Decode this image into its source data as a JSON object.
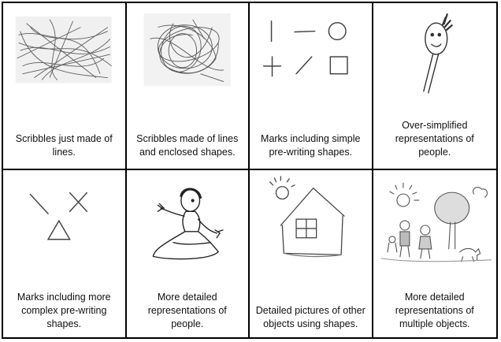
{
  "cells": [
    {
      "caption": "Scribbles just made of lines."
    },
    {
      "caption": "Scribbles made of lines and enclosed shapes."
    },
    {
      "caption": "Marks including simple pre-writing shapes."
    },
    {
      "caption": "Over-simplified representations of people."
    },
    {
      "caption": "Marks including more complex pre-writing shapes."
    },
    {
      "caption": "More detailed representations of people."
    },
    {
      "caption": "Detailed pictures of other objects using shapes."
    },
    {
      "caption": "More detailed representations of multiple objects."
    }
  ],
  "colors": {
    "border": "#000000",
    "pencil": "#555555",
    "paper": "#f2f2f2"
  }
}
